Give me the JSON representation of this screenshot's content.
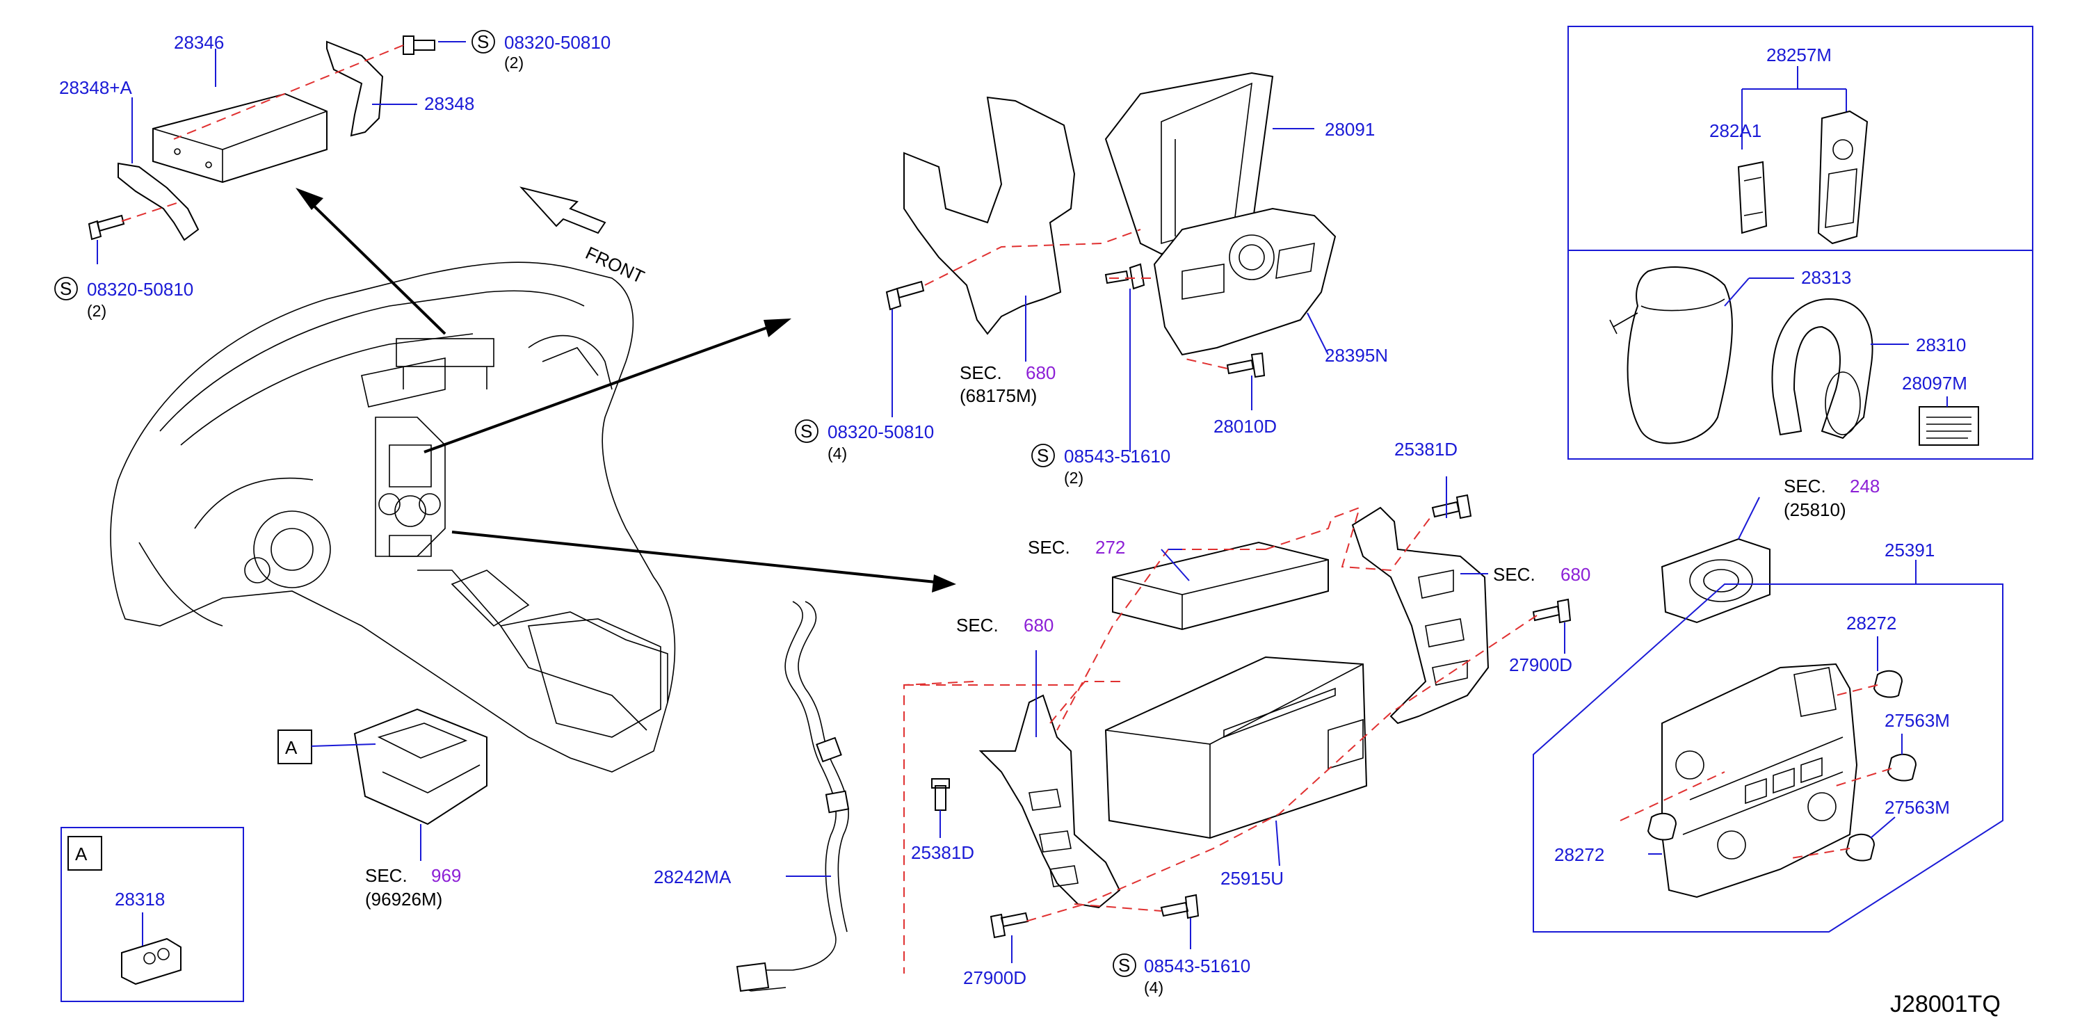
{
  "drawing_id": "J28001TQ",
  "front_label": "FRONT",
  "view_marker": "A",
  "inset_a": {
    "marker": "A",
    "part": "28318"
  },
  "sec_prefix": "SEC.",
  "screw_symbol": "S",
  "top_left": {
    "unit": "28346",
    "bracket_set": "28348+A",
    "bracket": "28348",
    "screw_top": {
      "part": "08320-50810",
      "qty": "(2)"
    },
    "screw_bottom": {
      "part": "08320-50810",
      "qty": "(2)"
    }
  },
  "display_group": {
    "display": "28091",
    "controller": "28395N",
    "bolt": "28010D",
    "bracket_sec": {
      "num": "680",
      "sub": "(68175M)"
    },
    "screw_left": {
      "part": "08320-50810",
      "qty": "(4)"
    },
    "screw_mid": {
      "part": "08543-51610",
      "qty": "(2)"
    }
  },
  "remote_box": {
    "assembly": "28257M",
    "cover": "282A1"
  },
  "headphone_box": {
    "bag": "28313",
    "headphone": "28310",
    "label": "28097M"
  },
  "audio_group": {
    "sec_272": "272",
    "bracket_right_sec": "680",
    "bracket_left_sec": "680",
    "bolt_top": "25381D",
    "bolt_right": "27900D",
    "bolt_left": "25381D",
    "bolt_bottom": "27900D",
    "head_unit": "25915U",
    "screw_bottom": {
      "part": "08543-51610",
      "qty": "(4)"
    }
  },
  "antenna": "28242MA",
  "console_sec": {
    "num": "969",
    "sub": "(96926M)"
  },
  "speaker_sec": {
    "num": "248",
    "sub": "(25810)"
  },
  "climate_group": {
    "assembly": "25391",
    "knob_a": "28272",
    "knob_b": "27563M",
    "knob_c": "27563M",
    "knob_d": "28272"
  }
}
